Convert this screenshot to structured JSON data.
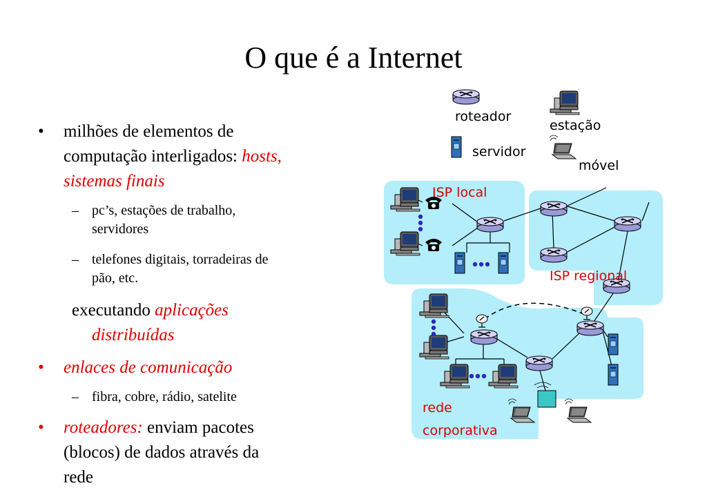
{
  "title": "O que é a Internet",
  "bullets": {
    "b1_line1": "milhões de elementos de",
    "b1_line2_plain": "computação interligados: ",
    "b1_line2_em": "hosts,",
    "b1_line3_em": "sistemas finais",
    "s1_line1": "pc’s, estações de trabalho,",
    "s1_line2": "servidores",
    "s2_line1": "telefones digitais, torradeiras de",
    "s2_line2": "pão, etc.",
    "exec_plain": "executando ",
    "exec_em1": "aplicações",
    "exec_em2": "distribuídas",
    "b2_em": "enlaces de comunicação",
    "s3_line1": "fibra, cobre, rádio, satelite",
    "b3_em": "roteadores:",
    "b3_plain": " enviam pacotes",
    "b3_line2": "(blocos) de dados através da",
    "b3_line3": "rede",
    "bullet_char": "•",
    "dash_char": "–"
  },
  "legend": {
    "router": "roteador",
    "workstation": "estação",
    "server": "servidor",
    "mobile": "móvel"
  },
  "diagram": {
    "isp_local": "ISP local",
    "isp_regional": "ISP regional",
    "corp_line1": "rede",
    "corp_line2": "corporativa"
  },
  "colors": {
    "region_fill": "#b3eefa",
    "label_red": "#e00000",
    "router_fill": "#c8c8f0",
    "server_fill": "#3b7fc4",
    "dots": "#2a2ab8"
  }
}
